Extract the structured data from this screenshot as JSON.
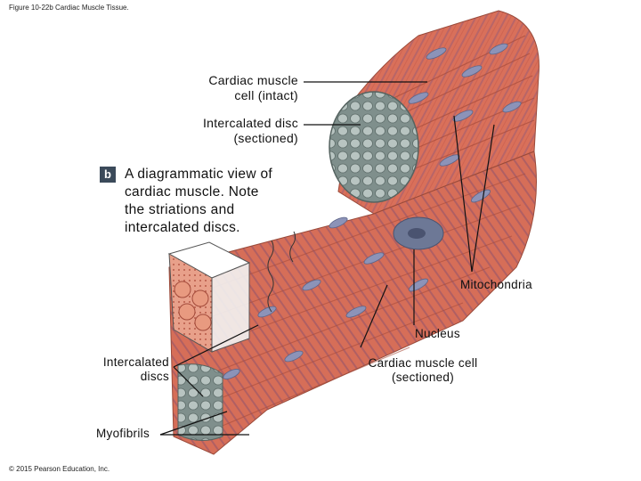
{
  "header": {
    "figure_title": "Figure 10-22b Cardiac Muscle Tissue."
  },
  "labels": {
    "cardiac_intact_line1": "Cardiac muscle",
    "cardiac_intact_line2": "cell (intact)",
    "intercalated_sectioned_line1": "Intercalated disc",
    "intercalated_sectioned_line2": "(sectioned)",
    "mitochondria": "Mitochondria",
    "nucleus": "Nucleus",
    "intercalated_discs_line1": "Intercalated",
    "intercalated_discs_line2": "discs",
    "myofibrils": "Myofibrils",
    "cardiac_sectioned_line1": "Cardiac muscle cell",
    "cardiac_sectioned_line2": "(sectioned)"
  },
  "caption": {
    "badge": "b",
    "lines": [
      "A diagrammatic view of",
      "cardiac muscle. Note",
      "the striations and",
      "intercalated discs."
    ]
  },
  "footer": {
    "copyright": "© 2015 Pearson Education, Inc."
  },
  "colors": {
    "muscle": "#d9705a",
    "muscle_dark": "#b84a3a",
    "striation": "#8a4f6e",
    "mitochondria": "#8c93b8",
    "disc": "#8f9e9b",
    "disc_cell": "#b8c4c1",
    "nucleus": "#6d7896"
  }
}
